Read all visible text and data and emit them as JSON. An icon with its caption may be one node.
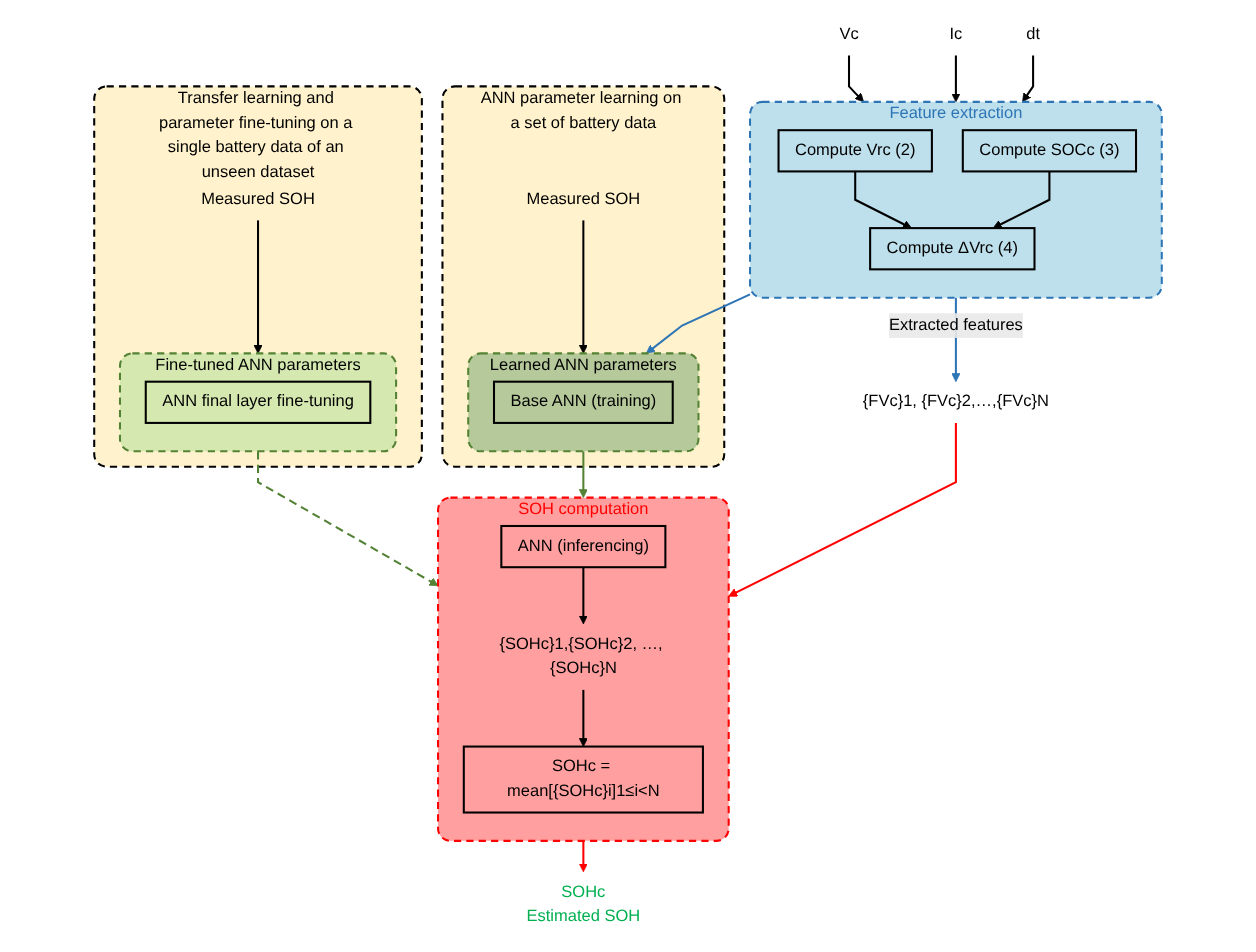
{
  "diagram": {
    "nodes": [
      {
        "text": [
          "ANN parameter learning on a set of battery data"
        ]
      },
      {
        "text": [
          "Measured SOH"
        ],
        "in": 0
      },
      {
        "text": [],
        "shape": "box",
        "in": 0,
        "beside": [
          "Learned ANN parameters"
        ]
      },
      {
        "text": [
          "Base ANN (training)"
        ],
        "in": 2
      },
      {
        "text": [
          "Transfer learning and parameter fine-tuning on a single battery data of an unseen dataset"
        ]
      },
      {
        "text": [
          "Measured SOH"
        ],
        "in": 4
      },
      {
        "text": [],
        "shape": "box",
        "in": 4,
        "beside": [
          "Fine-tuned ANN parameters"
        ]
      },
      {
        "text": [
          "ANN final layer fine-tuning"
        ],
        "in": 6
      },
      {
        "text": [
          "Vc"
        ]
      },
      {
        "text": [
          "Ic"
        ]
      },
      {
        "text": [
          "dt"
        ]
      },
      {
        "text": [
          "Feature extraction"
        ]
      },
      {
        "text": [
          "Compute Vrc (2)"
        ],
        "in": 11
      },
      {
        "text": [
          "Compute SOCc (3)"
        ],
        "in": 11
      },
      {
        "text": [
          "Compute ΔVrc (4)"
        ],
        "in": 11
      },
      {
        "text": [
          "{FVc}1, {FVc}2,…,{FVc}N"
        ]
      },
      {
        "text": [
          "SOH computation"
        ]
      },
      {
        "text": [
          "ANN (inferencing)"
        ],
        "in": 16
      },
      {
        "text": [
          "{SOHc}1,{SOHc}2, …, {SOHc}N"
        ],
        "in": 16
      },
      {
        "text": [
          "SOHc = mean[{SOHc}i]1≤i<N"
        ],
        "in": 16
      },
      {
        "text": [
          "SOHc"
        ],
        "beside": [
          "Estimated SOH"
        ]
      }
    ],
    "edges": [
      {
        "from": 1,
        "to": 2,
        "arrow": "to"
      },
      {
        "from": 5,
        "to": 6,
        "arrow": "to"
      },
      {
        "from": 8,
        "to": 11,
        "arrow": "to"
      },
      {
        "from": 9,
        "to": 11,
        "arrow": "to"
      },
      {
        "from": 10,
        "to": 11,
        "arrow": "to"
      },
      {
        "from": 12,
        "to": 14,
        "arrow": "to"
      },
      {
        "from": 13,
        "to": 14,
        "arrow": "to"
      },
      {
        "from": 11,
        "to": 2,
        "arrow": "to",
        "color": "#2e75b6"
      },
      {
        "from": 11,
        "to": 15,
        "arrow": "to",
        "label": "Extracted features",
        "color": "#2e75b6"
      },
      {
        "from": 2,
        "to": 16,
        "arrow": "to",
        "color": "#548235"
      },
      {
        "from": 6,
        "to": 16,
        "arrow": "to",
        "style": "dashed",
        "color": "#548235"
      },
      {
        "from": 15,
        "to": 16,
        "arrow": "to",
        "color": "#ff0000"
      },
      {
        "from": 17,
        "to": 18,
        "arrow": "to"
      },
      {
        "from": 18,
        "to": 19,
        "arrow": "to"
      },
      {
        "from": 16,
        "to": 20,
        "arrow": "to",
        "color": "#ff0000"
      }
    ]
  }
}
